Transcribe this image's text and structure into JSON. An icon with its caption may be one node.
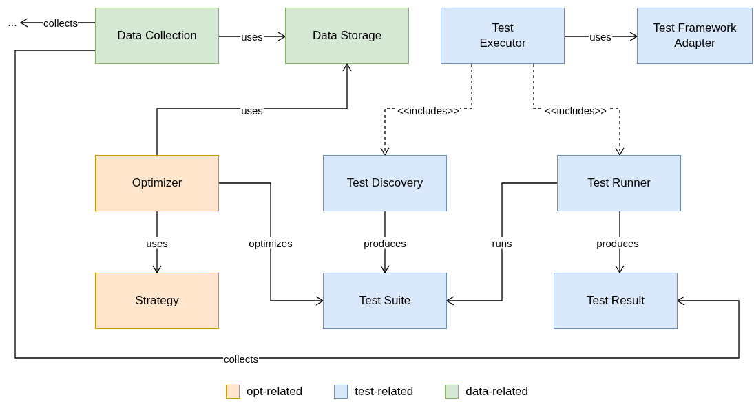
{
  "diagram": {
    "nodes": [
      {
        "text": [
          "..."
        ]
      },
      {
        "text": [
          "Data Collection"
        ]
      },
      {
        "text": [
          "Data Storage"
        ]
      },
      {
        "text": [
          "Test Executor"
        ]
      },
      {
        "text": [
          "Test Framework Adapter"
        ]
      },
      {
        "text": [
          "Optimizer"
        ]
      },
      {
        "text": [
          "Test Discovery"
        ]
      },
      {
        "text": [
          "Test Runner"
        ]
      },
      {
        "text": [
          "Strategy"
        ]
      },
      {
        "text": [
          "Test Suite"
        ]
      },
      {
        "text": [
          "Test Result"
        ]
      }
    ],
    "edges": [
      {
        "from": 1,
        "to": 0,
        "arrow": "to",
        "label": "collects"
      },
      {
        "from": 1,
        "to": 2,
        "arrow": "to",
        "label": "uses"
      },
      {
        "from": 3,
        "to": 4,
        "arrow": "to",
        "label": "uses"
      },
      {
        "from": 5,
        "to": 2,
        "arrow": "to",
        "label": "uses"
      },
      {
        "from": 3,
        "to": 6,
        "arrow": "to",
        "label": "<<includes>>",
        "style": "dashed"
      },
      {
        "from": 3,
        "to": 7,
        "arrow": "to",
        "label": "<<includes>>",
        "style": "dashed"
      },
      {
        "from": 5,
        "to": 8,
        "arrow": "to",
        "label": "uses"
      },
      {
        "from": 5,
        "to": 9,
        "arrow": "to",
        "label": "optimizes"
      },
      {
        "from": 6,
        "to": 9,
        "arrow": "to",
        "label": "produces"
      },
      {
        "from": 7,
        "to": 9,
        "arrow": "to",
        "label": "runs"
      },
      {
        "from": 7,
        "to": 10,
        "arrow": "to",
        "label": "produces"
      },
      {
        "from": 1,
        "to": 10,
        "arrow": "to",
        "label": "collects"
      }
    ],
    "legend": [
      {
        "text": "opt-related",
        "color": "#ffe6cc"
      },
      {
        "text": "test-related",
        "color": "#dae8fc"
      },
      {
        "text": "data-related",
        "color": "#d5e8d4"
      }
    ]
  }
}
